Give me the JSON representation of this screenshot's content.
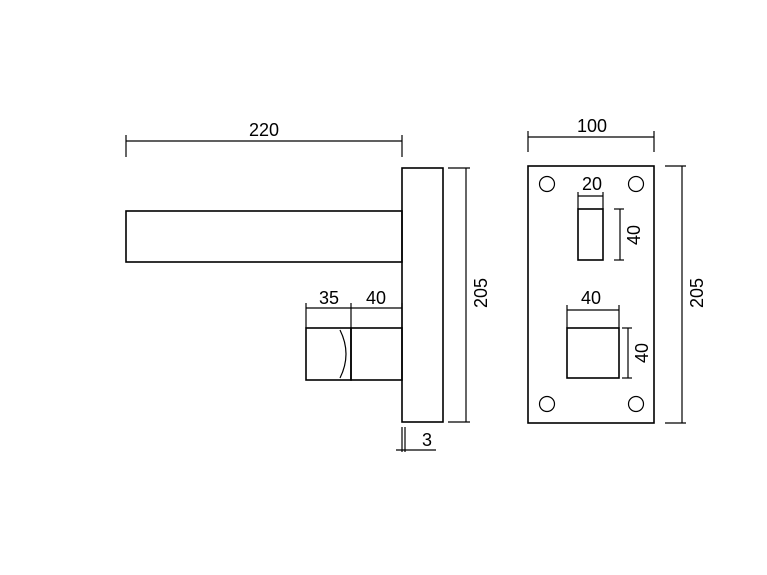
{
  "side_view": {
    "dim_bar_length": "220",
    "dim_plate_height": "205",
    "dim_spindle_part_a": "35",
    "dim_spindle_part_b": "40",
    "dim_plate_thickness": "3"
  },
  "front_view": {
    "dim_plate_width": "100",
    "dim_plate_height": "205",
    "dim_small_slot_width": "20",
    "dim_small_slot_height": "40",
    "dim_square_hole_width": "40",
    "dim_square_hole_height": "40"
  }
}
